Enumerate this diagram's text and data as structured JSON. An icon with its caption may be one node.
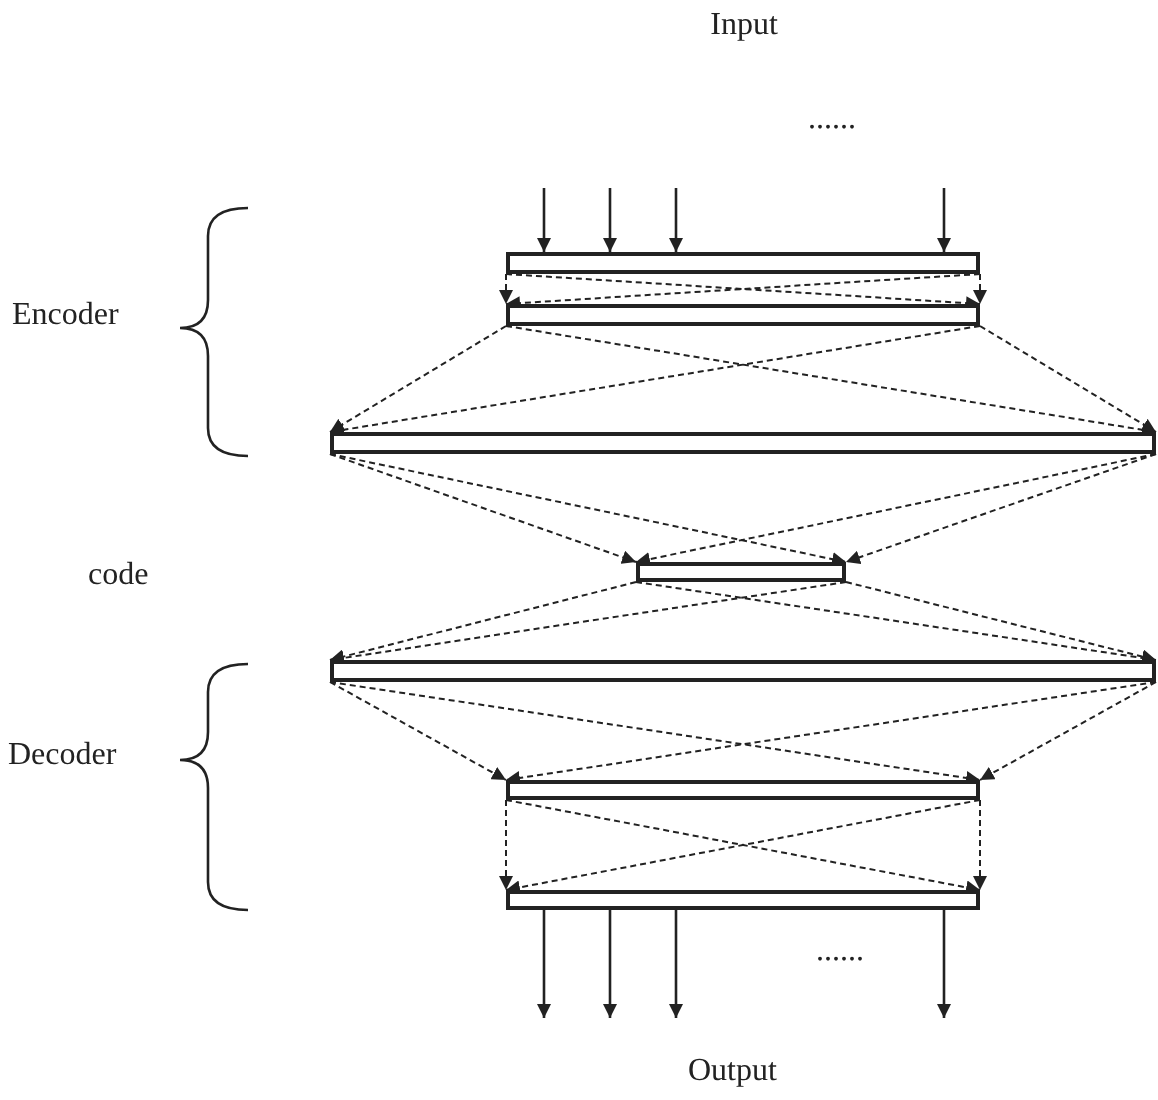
{
  "diagram": {
    "nodes": [
      {
        "text": [],
        "shape": "bar"
      },
      {
        "text": [],
        "shape": "bar"
      },
      {
        "text": [],
        "shape": "bar"
      },
      {
        "text": [],
        "shape": "bar"
      },
      {
        "text": [],
        "shape": "bar"
      },
      {
        "text": [],
        "shape": "bar"
      },
      {
        "text": [],
        "shape": "bar"
      }
    ],
    "edges": [
      {
        "from": null,
        "to": 0,
        "arrow": "to"
      },
      {
        "from": null,
        "to": 0,
        "arrow": "to"
      },
      {
        "from": null,
        "to": 0,
        "arrow": "to"
      },
      {
        "from": null,
        "to": 0,
        "arrow": "to"
      },
      {
        "from": 0,
        "to": 1,
        "arrow": "to",
        "style": "dashed"
      },
      {
        "from": 0,
        "to": 1,
        "arrow": "to",
        "style": "dashed"
      },
      {
        "from": 0,
        "to": 1,
        "arrow": "to",
        "style": "dashed"
      },
      {
        "from": 0,
        "to": 1,
        "arrow": "to",
        "style": "dashed"
      },
      {
        "from": 1,
        "to": 2,
        "arrow": "to",
        "style": "dashed"
      },
      {
        "from": 1,
        "to": 2,
        "arrow": "to",
        "style": "dashed"
      },
      {
        "from": 1,
        "to": 2,
        "arrow": "to",
        "style": "dashed"
      },
      {
        "from": 1,
        "to": 2,
        "arrow": "to",
        "style": "dashed"
      },
      {
        "from": 2,
        "to": 3,
        "arrow": "to",
        "style": "dashed"
      },
      {
        "from": 2,
        "to": 3,
        "arrow": "to",
        "style": "dashed"
      },
      {
        "from": 2,
        "to": 3,
        "arrow": "to",
        "style": "dashed"
      },
      {
        "from": 2,
        "to": 3,
        "arrow": "to",
        "style": "dashed"
      },
      {
        "from": 3,
        "to": 4,
        "arrow": "to",
        "style": "dashed"
      },
      {
        "from": 3,
        "to": 4,
        "arrow": "to",
        "style": "dashed"
      },
      {
        "from": 3,
        "to": 4,
        "arrow": "to",
        "style": "dashed"
      },
      {
        "from": 3,
        "to": 4,
        "arrow": "to",
        "style": "dashed"
      },
      {
        "from": 4,
        "to": 5,
        "arrow": "to",
        "style": "dashed"
      },
      {
        "from": 4,
        "to": 5,
        "arrow": "to",
        "style": "dashed"
      },
      {
        "from": 4,
        "to": 5,
        "arrow": "to",
        "style": "dashed"
      },
      {
        "from": 4,
        "to": 5,
        "arrow": "to",
        "style": "dashed"
      },
      {
        "from": 5,
        "to": 6,
        "arrow": "to",
        "style": "dashed"
      },
      {
        "from": 5,
        "to": 6,
        "arrow": "to",
        "style": "dashed"
      },
      {
        "from": 5,
        "to": 6,
        "arrow": "to",
        "style": "dashed"
      },
      {
        "from": 5,
        "to": 6,
        "arrow": "to",
        "style": "dashed"
      },
      {
        "from": 6,
        "to": null,
        "arrow": "to"
      },
      {
        "from": 6,
        "to": null,
        "arrow": "to"
      },
      {
        "from": 6,
        "to": null,
        "arrow": "to"
      },
      {
        "from": 6,
        "to": null,
        "arrow": "to"
      }
    ],
    "labels": [
      "Input",
      "......",
      "Encoder",
      "code",
      "Decoder",
      "......",
      "Output"
    ]
  }
}
